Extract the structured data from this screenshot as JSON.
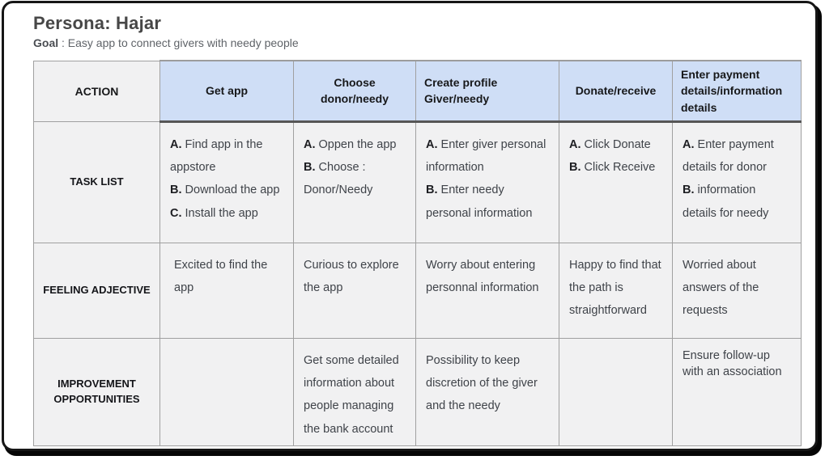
{
  "page": {
    "title": "Persona: Hajar",
    "goal_label": "Goal",
    "goal_text": ": Easy app to connect givers with needy people"
  },
  "colors": {
    "header_blue": "#cfdef6",
    "cell_gray": "#f1f1f2",
    "thick_border": "#565656",
    "thin_border": "#a0a0a0"
  },
  "table": {
    "corner_label": "ACTION",
    "columns": [
      {
        "header": "Get app"
      },
      {
        "header": "Choose donor/needy"
      },
      {
        "header": "Create profile Giver/needy"
      },
      {
        "header": "Donate/receive"
      },
      {
        "header": "Enter payment details/information details"
      }
    ],
    "rows": [
      {
        "label": "TASK LIST",
        "cells": [
          {
            "items": [
              {
                "prefix": "A.",
                "text": "Find app in the appstore"
              },
              {
                "prefix": "B.",
                "text": "Download the app"
              },
              {
                "prefix": "C.",
                "text": "Install the app"
              }
            ]
          },
          {
            "items": [
              {
                "prefix": "A.",
                "text": "Oppen the app"
              },
              {
                "prefix": "B.",
                "text": "Choose : Donor/Needy"
              }
            ]
          },
          {
            "items": [
              {
                "prefix": "A.",
                "text": "Enter giver personal information"
              },
              {
                "prefix": "B.",
                "text": "Enter needy personal information"
              }
            ]
          },
          {
            "items": [
              {
                "prefix": "A.",
                "text": "Click Donate"
              },
              {
                "prefix": "B.",
                "text": "Click Receive"
              }
            ]
          },
          {
            "items": [
              {
                "prefix": "A.",
                "text": "Enter payment details for donor"
              },
              {
                "prefix": "B.",
                "text": "information details for needy"
              }
            ]
          }
        ]
      },
      {
        "label": "FEELING ADJECTIVE",
        "cells": [
          {
            "items": [
              {
                "text": "Excited to find the app"
              }
            ]
          },
          {
            "items": [
              {
                "text": "Curious to explore the app"
              }
            ]
          },
          {
            "items": [
              {
                "text": "Worry about entering personnal information"
              }
            ]
          },
          {
            "items": [
              {
                "text": "Happy to find that the path is straightforward"
              }
            ]
          },
          {
            "items": [
              {
                "text": "Worried about answers of the requests"
              }
            ]
          }
        ]
      },
      {
        "label": "IMPROVEMENT OPPORTUNITIES",
        "cells": [
          {
            "items": []
          },
          {
            "items": [
              {
                "text": "Get some detailed information about people managing the bank account"
              }
            ]
          },
          {
            "items": [
              {
                "text": "Possibility to keep discretion of the giver and the needy"
              }
            ]
          },
          {
            "items": []
          },
          {
            "items": [
              {
                "text": "Ensure follow-up with an association"
              }
            ]
          }
        ]
      }
    ]
  }
}
